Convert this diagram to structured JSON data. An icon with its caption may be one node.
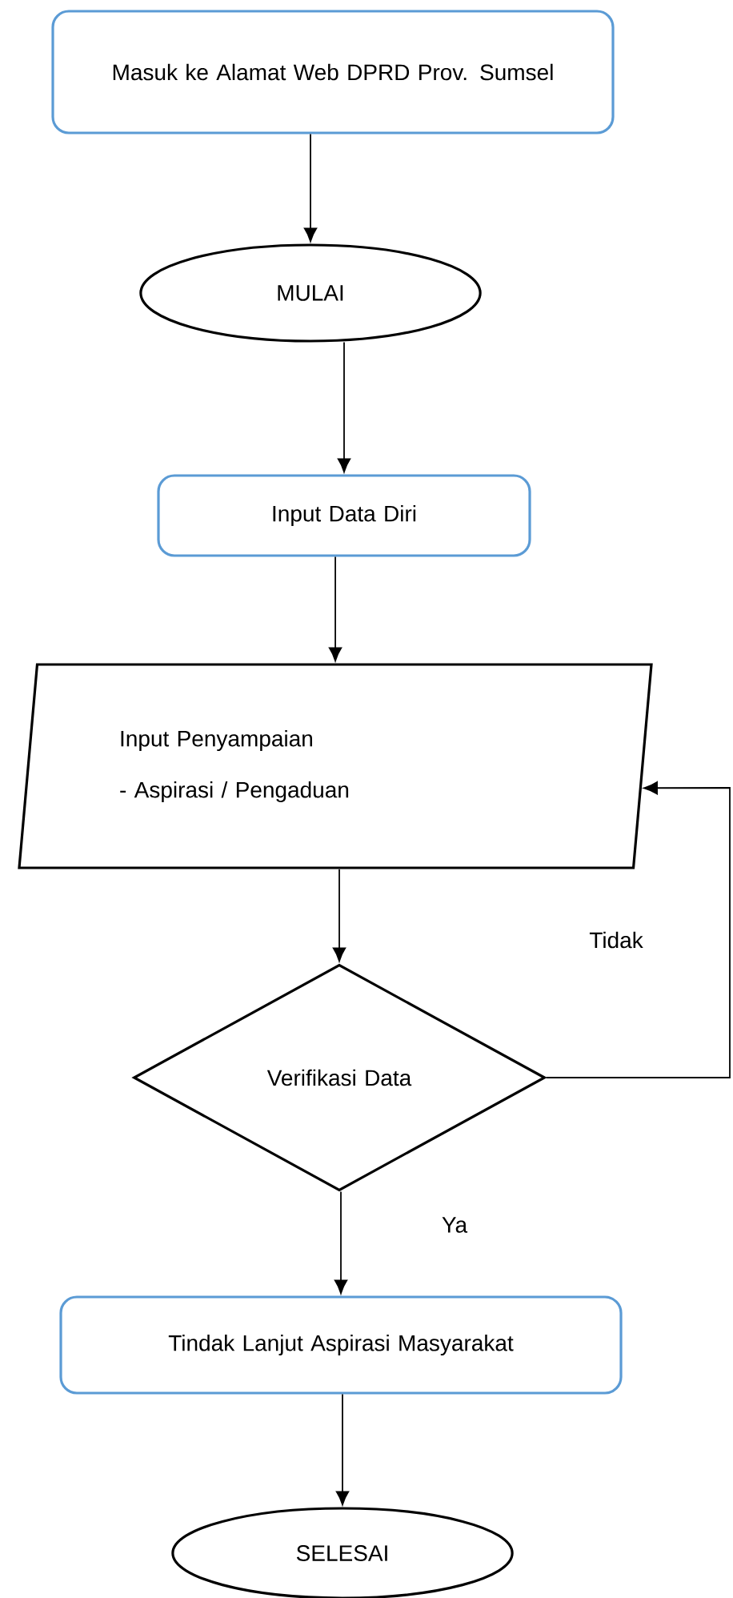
{
  "diagram": {
    "nodes": [
      {
        "text": [
          "Masuk ke Alamat Web DPRD Prov. Sumsel"
        ]
      },
      {
        "text": [
          "MULAI"
        ]
      },
      {
        "text": [
          "Input Data Diri"
        ]
      },
      {
        "text": [
          "Input Penyampaian",
          "- Aspirasi / Pengaduan"
        ]
      },
      {
        "text": [
          "Verifikasi Data"
        ]
      },
      {
        "text": [
          "Tindak Lanjut Aspirasi Masyarakat"
        ]
      },
      {
        "text": [
          "SELESAI"
        ]
      }
    ],
    "edges": [
      {
        "from": 0,
        "to": 1,
        "arrow": "to"
      },
      {
        "from": 1,
        "to": 2,
        "arrow": "to"
      },
      {
        "from": 2,
        "to": 3,
        "arrow": "to"
      },
      {
        "from": 3,
        "to": 4,
        "arrow": "to"
      },
      {
        "from": 4,
        "to": 3,
        "arrow": "to",
        "label": "Tidak"
      },
      {
        "from": 4,
        "to": 5,
        "arrow": "to",
        "label": "Ya"
      },
      {
        "from": 5,
        "to": 6,
        "arrow": "to"
      }
    ]
  }
}
